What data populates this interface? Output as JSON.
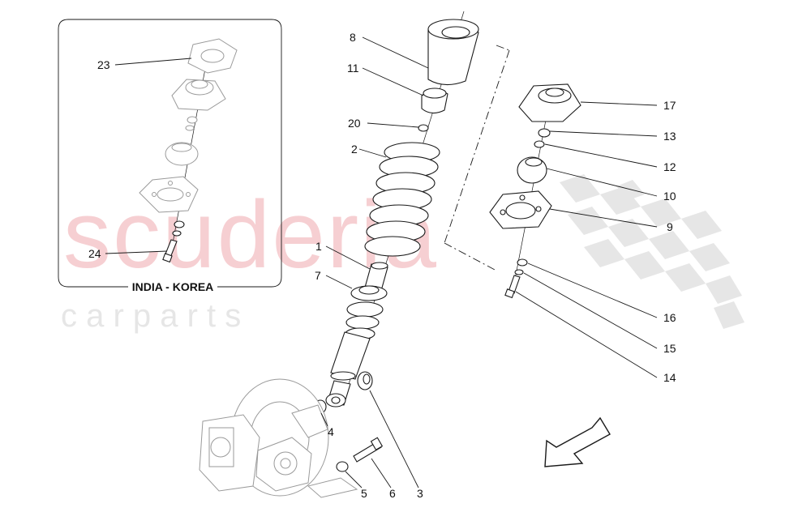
{
  "watermark": {
    "brand": "scuderia",
    "tagline": "c a r p a r t s"
  },
  "inset": {
    "title": "INDIA - KOREA"
  },
  "callouts": [
    {
      "id": "23",
      "text": "23"
    },
    {
      "id": "24",
      "text": "24"
    },
    {
      "id": "8",
      "text": "8"
    },
    {
      "id": "11",
      "text": "11"
    },
    {
      "id": "20",
      "text": "20"
    },
    {
      "id": "2",
      "text": "2"
    },
    {
      "id": "1",
      "text": "1"
    },
    {
      "id": "7",
      "text": "7"
    },
    {
      "id": "4",
      "text": "4"
    },
    {
      "id": "5",
      "text": "5"
    },
    {
      "id": "6",
      "text": "6"
    },
    {
      "id": "3",
      "text": "3"
    },
    {
      "id": "17",
      "text": "17"
    },
    {
      "id": "13",
      "text": "13"
    },
    {
      "id": "12",
      "text": "12"
    },
    {
      "id": "10",
      "text": "10"
    },
    {
      "id": "9",
      "text": "9"
    },
    {
      "id": "16",
      "text": "16"
    },
    {
      "id": "15",
      "text": "15"
    },
    {
      "id": "14",
      "text": "14"
    }
  ],
  "icons": {
    "direction_arrow": "front-direction-arrow-icon"
  },
  "colors": {
    "watermark_red": "#f6cfd2",
    "checker_grey": "#e4e4e4",
    "line": "#1a1a1a"
  }
}
